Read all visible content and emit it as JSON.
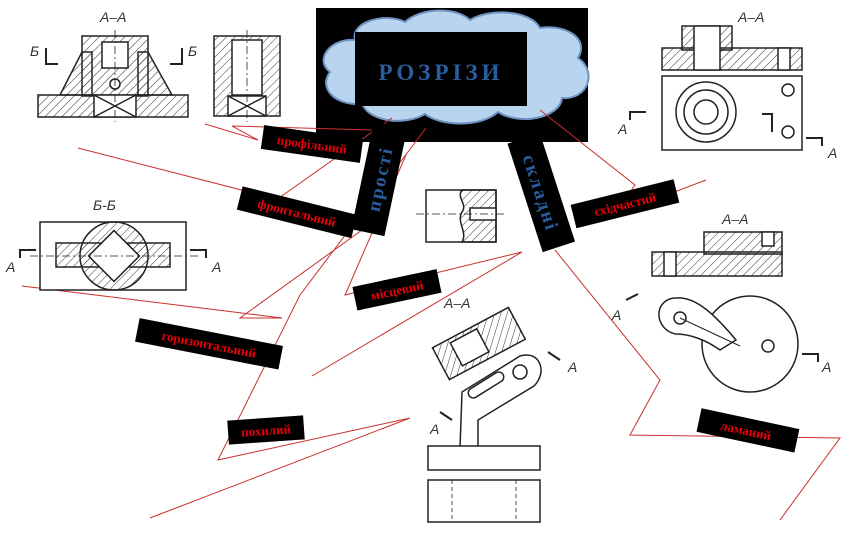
{
  "title": "РОЗРІЗИ",
  "groups": {
    "simple": "прості",
    "complex": "складні"
  },
  "labels": {
    "profile": "профільний",
    "frontal": "фронтальний",
    "horizontal": "горизонтальний",
    "local": "місцевий",
    "inclined": "похилий",
    "stepped": "східчастий",
    "broken": "ламаний"
  },
  "drawing_text": {
    "section_aa": "А–А",
    "section_bb": "Б-Б",
    "letter_a": "А",
    "letter_b": "Б"
  },
  "colors": {
    "cloud": "#b9d4ef",
    "title_text": "#2a5d9e",
    "label_text": "#e8000b",
    "label_bg": "#000000",
    "rays": "#c9302c"
  }
}
